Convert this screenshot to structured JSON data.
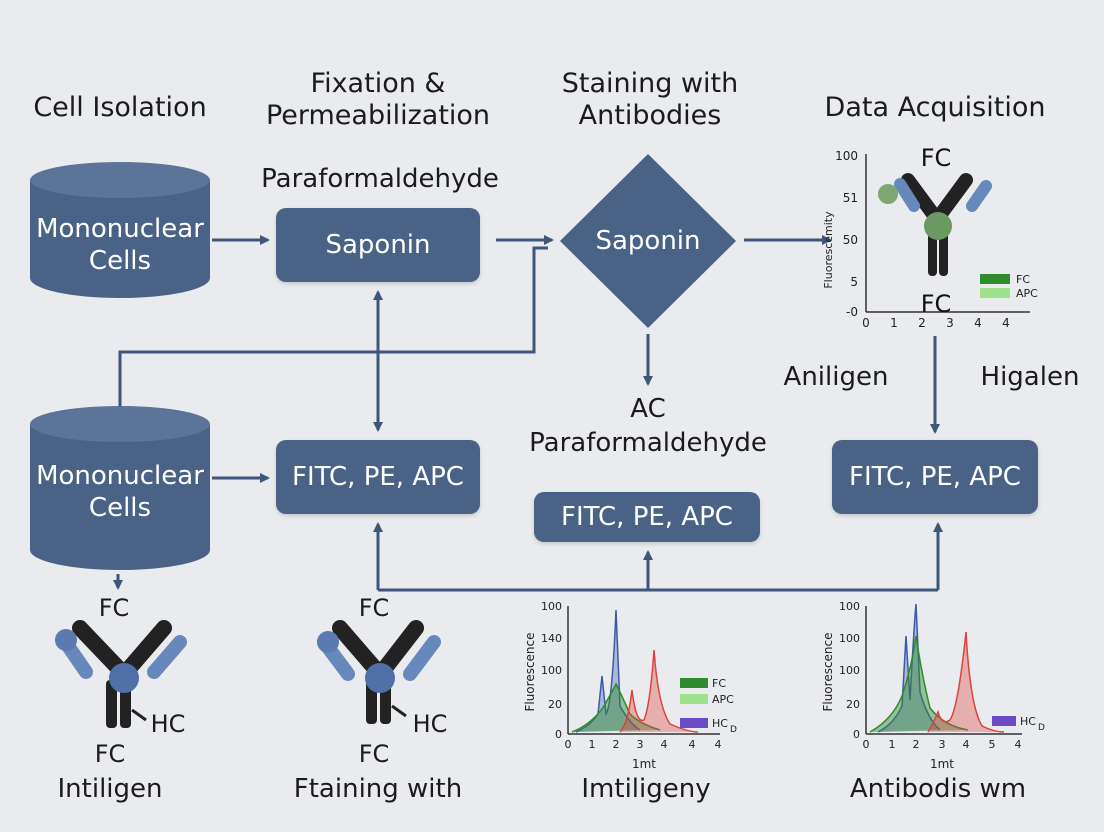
{
  "headers": {
    "cell_isolation": "Cell Isolation",
    "fixation_line1": "Fixation &",
    "fixation_line2": "Permeabilization",
    "staining_line1": "Staining with",
    "staining_line2": "Antibodies",
    "data_acquisition": "Data Acquisition"
  },
  "cylinders": {
    "top": {
      "line1": "Mononuclear",
      "line2": "Cells"
    },
    "bottom": {
      "line1": "Mononuclear",
      "line2": "Cells"
    }
  },
  "labels": {
    "paraformaldehyde_top": "Paraformaldehyde",
    "ac": "AC",
    "paraformaldehyde_mid": "Paraformaldehyde",
    "aniligen": "Aniligen",
    "higalen": "Higalen"
  },
  "boxes": {
    "saponin": "Saponin",
    "fitc_left": "FITC, PE, APC",
    "fitc_mid": "FITC, PE, APC",
    "fitc_right": "FITC, PE, APC"
  },
  "diamond": {
    "label": "Saponin"
  },
  "antibody_left": {
    "top": "FC",
    "side": "HC",
    "bottom": "FC",
    "caption": "Intiligen"
  },
  "antibody_mid": {
    "top": "FC",
    "side": "HC",
    "bottom": "FC",
    "caption": "Ftaining with"
  },
  "plot_top_right": {
    "ylabel": "Fluorescemity",
    "yticks": [
      "100",
      "51",
      "50",
      "5",
      "-0"
    ],
    "xticks": [
      "0",
      "1",
      "2",
      "3",
      "4",
      "4"
    ],
    "fc_top": "FC",
    "fc_bottom": "FC",
    "legend": [
      "FC",
      "APC"
    ],
    "legend_colors": [
      "#2e8b2e",
      "#9fe08a"
    ]
  },
  "chart_mid": {
    "ylabel": "Fluorescence",
    "yticks": [
      "100",
      "140",
      "100",
      "20",
      "0"
    ],
    "xticks": [
      "0",
      "1",
      "2",
      "3",
      "4",
      "4",
      "4"
    ],
    "xlabel": "1mt",
    "legend": [
      "FC",
      "APC",
      "HC"
    ],
    "legend_sub": "D",
    "caption": "Imtiligeny"
  },
  "chart_right": {
    "ylabel": "Fluorescence",
    "yticks": [
      "100",
      "100",
      "100",
      "20",
      "0"
    ],
    "xticks": [
      "0",
      "1",
      "2",
      "3",
      "4",
      "5",
      "4"
    ],
    "xlabel": "1mt",
    "legend": [
      "HC"
    ],
    "legend_sub": "D",
    "caption": "Antibodis wm"
  },
  "colors": {
    "box": "#4a6285",
    "line": "#3e5677",
    "green": "#2e8b2e",
    "light_green": "#9fe08a",
    "red": "#e0403a",
    "blue": "#3c5aa8",
    "purple": "#6a4bc4"
  }
}
